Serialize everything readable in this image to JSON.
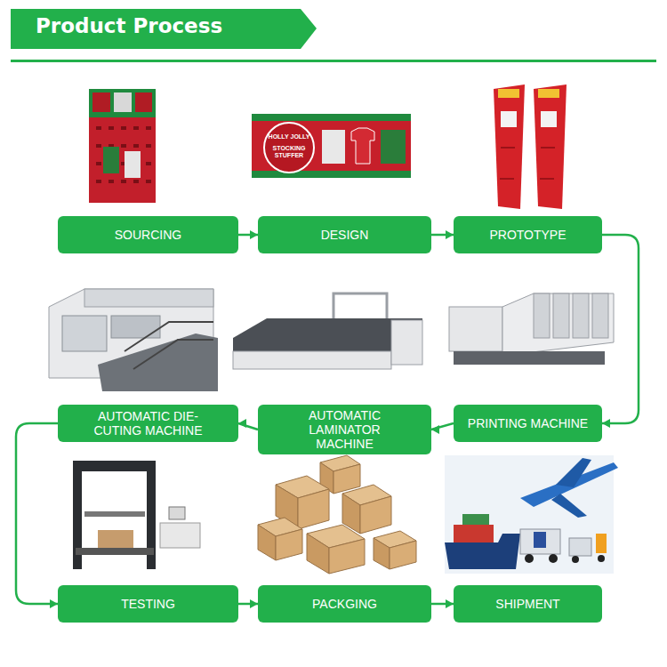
{
  "diagram": {
    "title": "Product Process",
    "nodes": [
      {
        "text": [
          "SOURCING"
        ]
      },
      {
        "text": [
          "DESIGN"
        ]
      },
      {
        "text": [
          "PROTOTYPE"
        ]
      },
      {
        "text": [
          "PRINTING MACHINE"
        ]
      },
      {
        "text": [
          "AUTOMATIC LAMINATOR MACHINE"
        ]
      },
      {
        "text": [
          "AUTOMATIC DIE-CUTING MACHINE"
        ]
      },
      {
        "text": [
          "TESTING"
        ]
      },
      {
        "text": [
          "PACKGING"
        ]
      },
      {
        "text": [
          "SHIPMENT"
        ]
      }
    ],
    "edges": [
      {
        "from": 0,
        "to": 1,
        "arrow": "to"
      },
      {
        "from": 1,
        "to": 2,
        "arrow": "to"
      },
      {
        "from": 2,
        "to": 3,
        "arrow": "to"
      },
      {
        "from": 3,
        "to": 4,
        "arrow": "to"
      },
      {
        "from": 4,
        "to": 5,
        "arrow": "to"
      },
      {
        "from": 5,
        "to": 6,
        "arrow": "to"
      },
      {
        "from": 6,
        "to": 7,
        "arrow": "to"
      },
      {
        "from": 7,
        "to": 8,
        "arrow": "to"
      }
    ],
    "labels": [
      "HOLLY JOLLY",
      "STOCKING STUFFER"
    ]
  }
}
